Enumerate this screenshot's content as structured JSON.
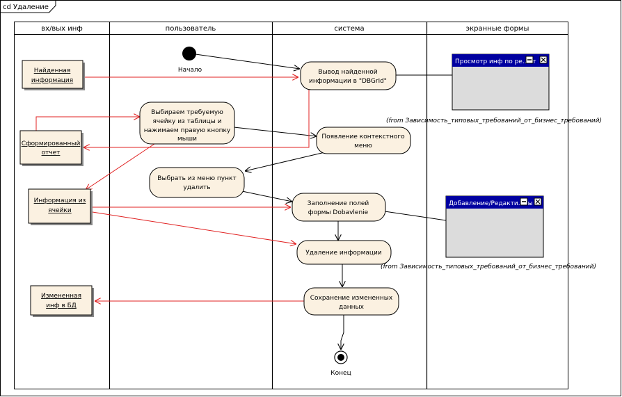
{
  "frame": {
    "title": "cd Удаление"
  },
  "lanes": [
    "вх/вых инф",
    "пользователь",
    "система",
    "экранные формы"
  ],
  "start_label": "Начало",
  "end_label": "Конец",
  "activities": {
    "vyvod": [
      "Вывод найденной",
      "информации в \"DBGrid\""
    ],
    "vybiraem": [
      "Выбираем требуемую",
      "ячейку из таблицы и",
      "нажимаем правую кнопку",
      "мыши"
    ],
    "poyavlenie": [
      "Появление контекстного",
      "меню"
    ],
    "vybrat": [
      "Выбрать из меню пункт",
      "удалить"
    ],
    "zapolnenie": [
      "Заполнение полей",
      "формы Dobavlenie"
    ],
    "udalenie": [
      "Удаление информации"
    ],
    "sohranenie": [
      "Сохранение измененных",
      "данных"
    ]
  },
  "objects": {
    "naydennaya": [
      "Найденная",
      "информация"
    ],
    "sformirovanny": [
      "Сформированный",
      "отчет"
    ],
    "informaciya": [
      "Информация из",
      "ячейки"
    ],
    "izmenennaya": [
      "Измененная",
      "инф в БД"
    ]
  },
  "forms": {
    "prosmotr": {
      "title": "Просмотр инф по ре...нт",
      "note": "(from Зависимость_типовых_требований_от_бизнес_требований)"
    },
    "dobavlenie": {
      "title": "Добавление/Редакти...вы",
      "note": "(from Зависимость_типовых_требований_от_бизнес_требований)"
    }
  },
  "colors": {
    "activity_fill": "#fbf1e1",
    "form_title": "#0000a0",
    "form_body": "#dcdcdc",
    "red_flow": "#e02020",
    "black_flow": "#000000"
  }
}
